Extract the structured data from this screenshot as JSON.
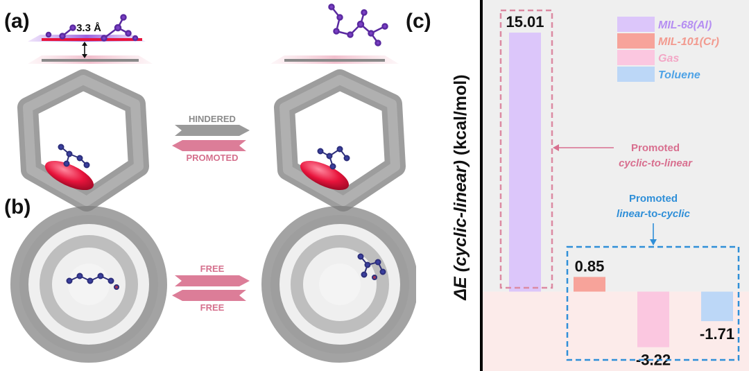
{
  "panel_labels": {
    "a": "(a)",
    "b": "(b)",
    "c": "(c)"
  },
  "panel_a": {
    "distance_label": "3.3 Å",
    "arrow_top_label": "HINDERED",
    "arrow_bottom_label": "PROMOTED"
  },
  "panel_b": {
    "arrow_top_label": "FREE",
    "arrow_bottom_label": "FREE"
  },
  "colors": {
    "framework": "#8f8f8f",
    "linker_highlight": "#e8143c",
    "molecule_purple": "#7a3fc4",
    "molecule_blue": "#3a3f9e",
    "hindered_arrow": "#9a9a9a",
    "promoted_arrow": "#dc7d98",
    "bar_mil68": "#dcc6fa",
    "bar_mil101": "#f7a39a",
    "bar_gas": "#fbc7e0",
    "bar_toluene": "#bcd7f7",
    "annot_pink": "#d86f8f",
    "annot_blue": "#2f8fd8"
  },
  "annotations": {
    "cyclic_to_linear_title": "Promoted",
    "cyclic_to_linear_sub": "cyclic-to-linear",
    "linear_to_cyclic_title": "Promoted",
    "linear_to_cyclic_sub_linear": "linear",
    "linear_to_cyclic_sub_to": "-to-",
    "linear_to_cyclic_sub_cyclic": "cyclic"
  },
  "chart_data": {
    "type": "bar",
    "title": "",
    "ylabel_italic": "ΔE (cyclic-linear)",
    "ylabel_units": "(kcal/mol)",
    "xlabel": "",
    "categories": [
      "MIL-68(Al)",
      "MIL-101(Cr)",
      "Gas",
      "Toluene"
    ],
    "values": [
      15.01,
      0.85,
      -3.22,
      -1.71
    ],
    "value_labels": [
      "15.01",
      "0.85",
      "-3.22",
      "-1.71"
    ],
    "ylim": [
      -4.6,
      16.9
    ],
    "legend": {
      "position": "top-right",
      "entries": [
        {
          "label": "MIL-68(Al)",
          "color": "#dcc6fa",
          "text_color": "#b58ef2"
        },
        {
          "label": "MIL-101(Cr)",
          "color": "#f7a39a",
          "text_color": "#f29a8f"
        },
        {
          "label": "Gas",
          "color": "#fbc7e0",
          "text_color": "#f3a7c6"
        },
        {
          "label": "Toluene",
          "color": "#bcd7f7",
          "text_color": "#4fa3e6"
        }
      ]
    },
    "grid": false
  }
}
